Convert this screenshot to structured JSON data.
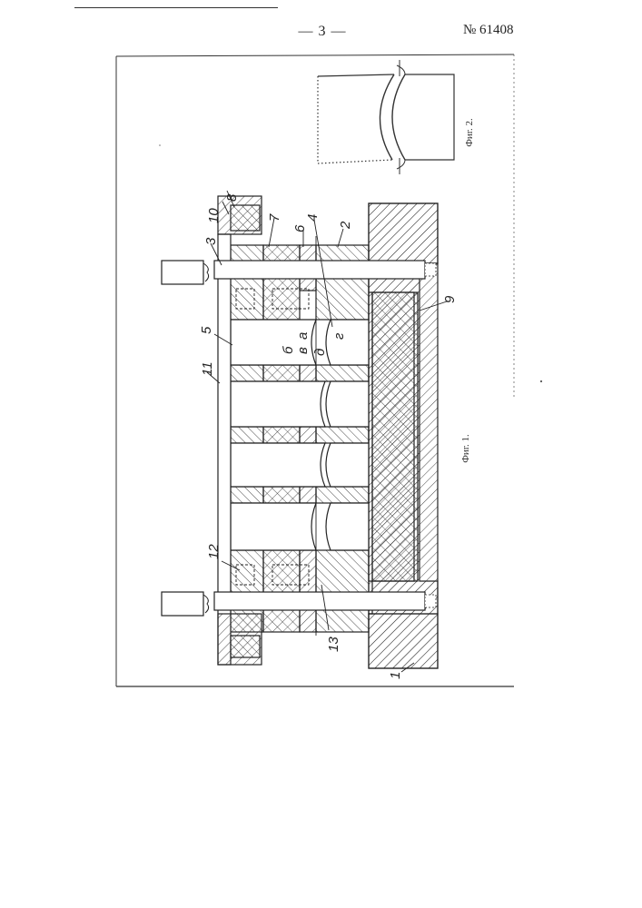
{
  "header": {
    "page_number": "— 3 —",
    "patent_number": "№ 61408"
  },
  "figure1": {
    "caption": "Фиг. 1.",
    "labels": [
      "1",
      "2",
      "3",
      "4",
      "5",
      "6",
      "7",
      "8",
      "9",
      "10",
      "11",
      "12",
      "13"
    ],
    "letters": [
      "а",
      "б",
      "в",
      "г",
      "д"
    ]
  },
  "figure2": {
    "caption": "Фиг. 2."
  }
}
